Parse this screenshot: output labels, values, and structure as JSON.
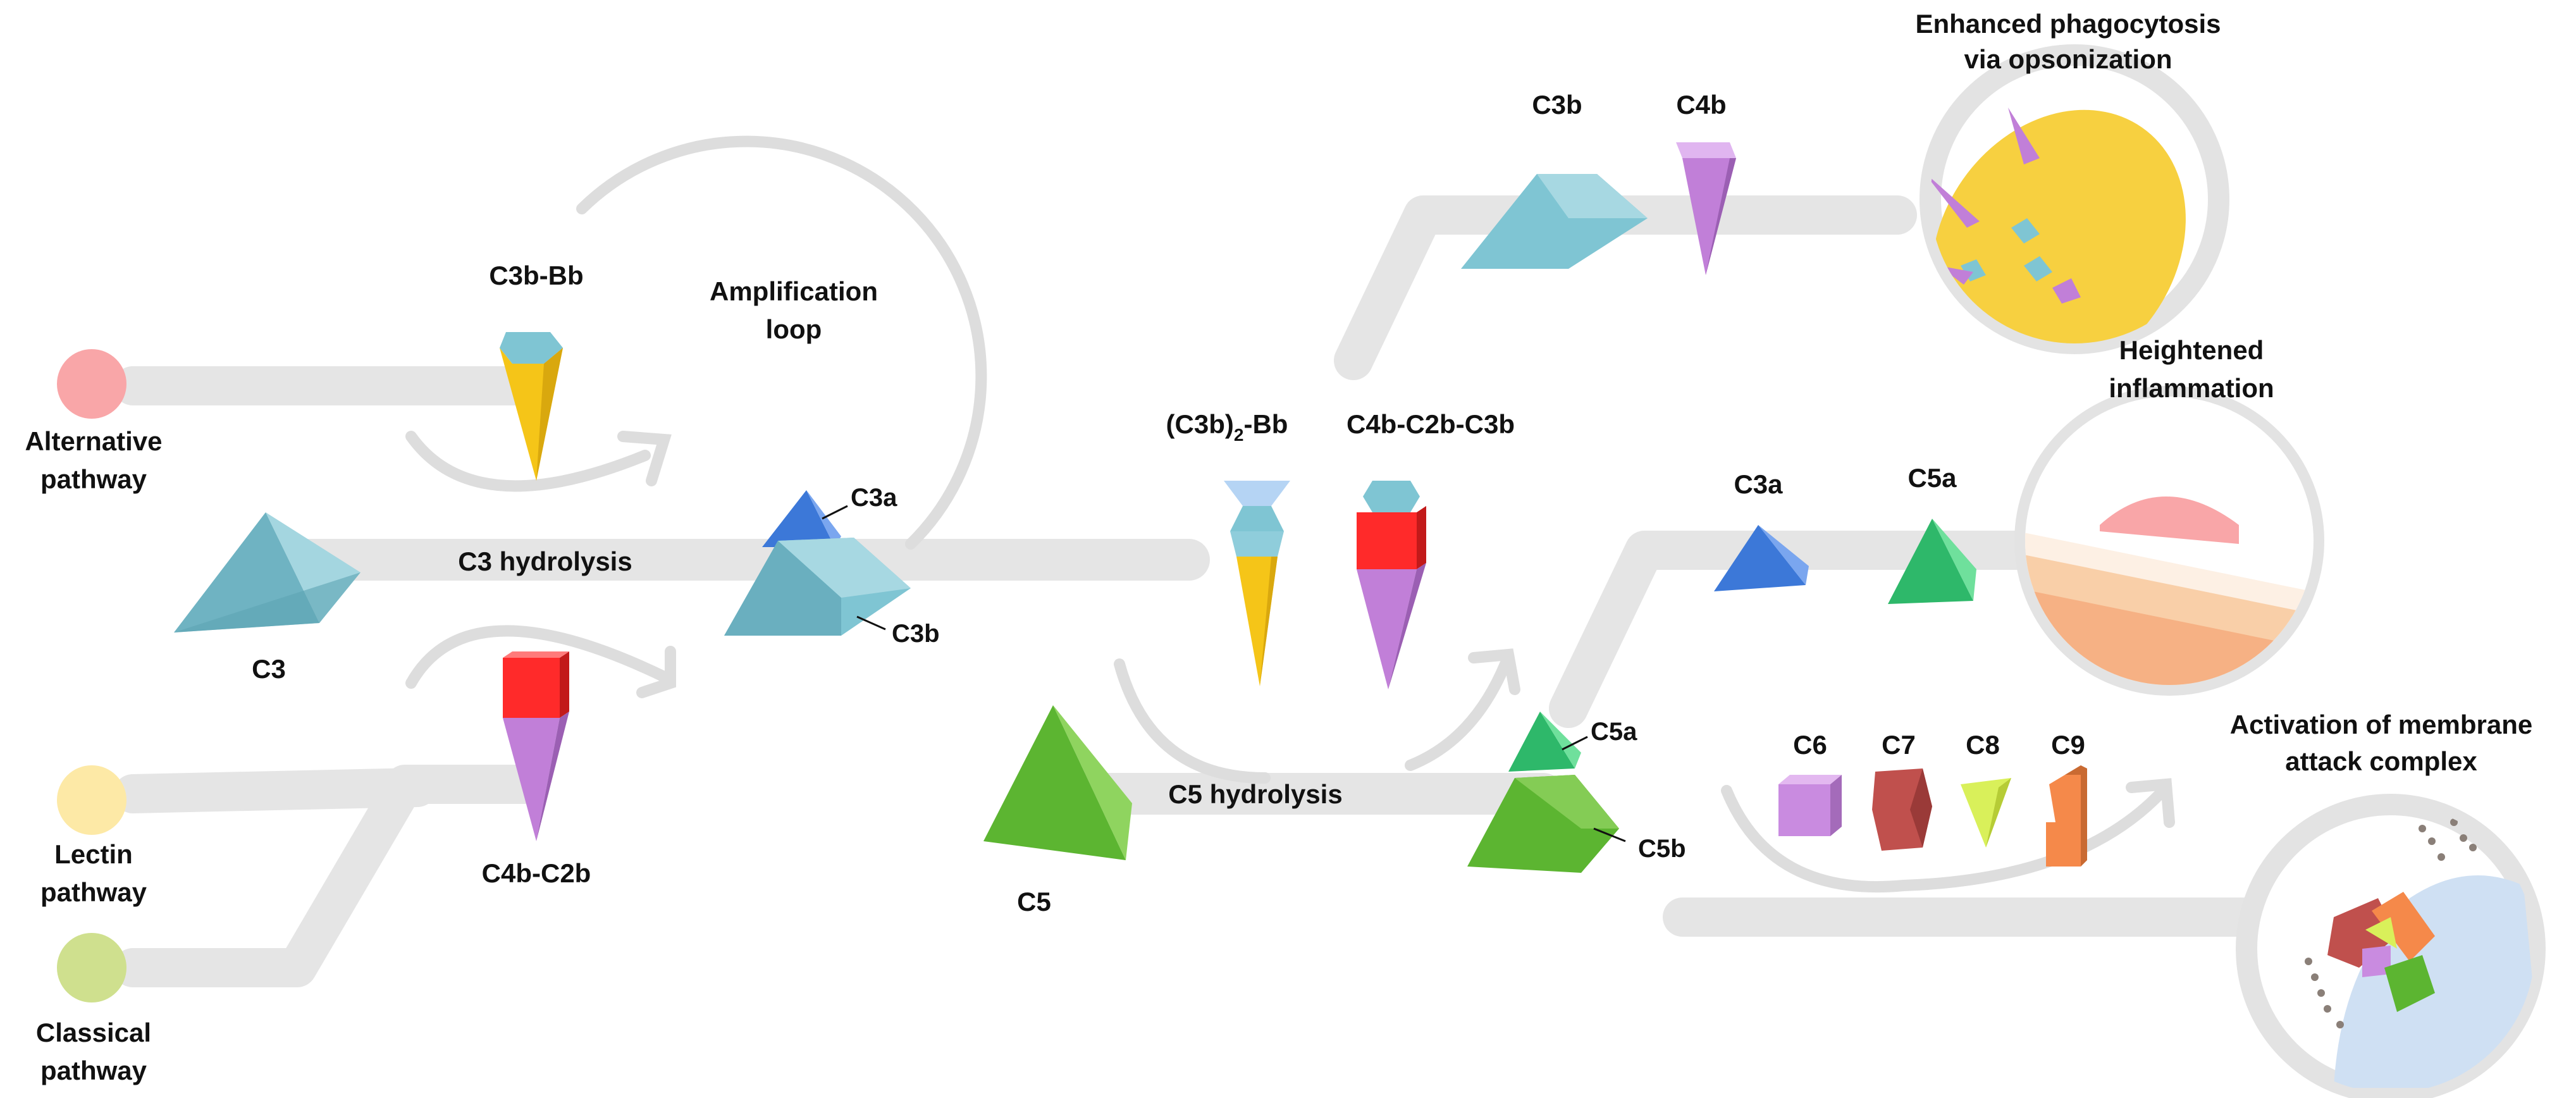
{
  "labels": {
    "alternative_pathway_1": "Alternative",
    "alternative_pathway_2": "pathway",
    "lectin_pathway_1": "Lectin",
    "lectin_pathway_2": "pathway",
    "classical_pathway_1": "Classical",
    "classical_pathway_2": "pathway",
    "c3": "C3",
    "c3_hydrolysis": "C3 hydrolysis",
    "c3b_bb": "C3b-Bb",
    "c4b_c2b": "C4b-C2b",
    "amplification_1": "Amplification",
    "amplification_2": "loop",
    "c3a": "C3a",
    "c3b": "C3b",
    "c3b2_bb_prefix": "(C3b)",
    "c3b2_bb_sub": "2",
    "c3b2_bb_suffix": "-Bb",
    "c4b_c2b_c3b": "C4b-C2b-C3b",
    "c5": "C5",
    "c5_hydrolysis": "C5 hydrolysis",
    "c5a": "C5a",
    "c5b": "C5b",
    "top_c3b": "C3b",
    "top_c4b": "C4b",
    "mid_c3a": "C3a",
    "mid_c5a": "C5a",
    "c6": "C6",
    "c7": "C7",
    "c8": "C8",
    "c9": "C9",
    "phago_1": "Enhanced phagocytosis",
    "phago_2": "via opsonization",
    "inflam_1": "Heightened",
    "inflam_2": "inflammation",
    "mac_1": "Activation of membrane",
    "mac_2": "attack complex"
  },
  "colors": {
    "alternative": "#f9a6a8",
    "lectin": "#fde9a6",
    "classical": "#cfe08e",
    "c3_teal": "#7fc5d3",
    "c3a_blue": "#3c78d8",
    "bb_yellow": "#f5c518",
    "c2b_violet": "#c17fd8",
    "c4b_red": "#ff2a2a",
    "c5_green": "#5cb531",
    "c5a_green": "#2eb86a",
    "c6_violet": "#c98be0",
    "c7_red": "#c0504d",
    "c8_lime": "#d9f05a",
    "c9_orange": "#f5894a",
    "band_grey": "#e5e5e5"
  }
}
